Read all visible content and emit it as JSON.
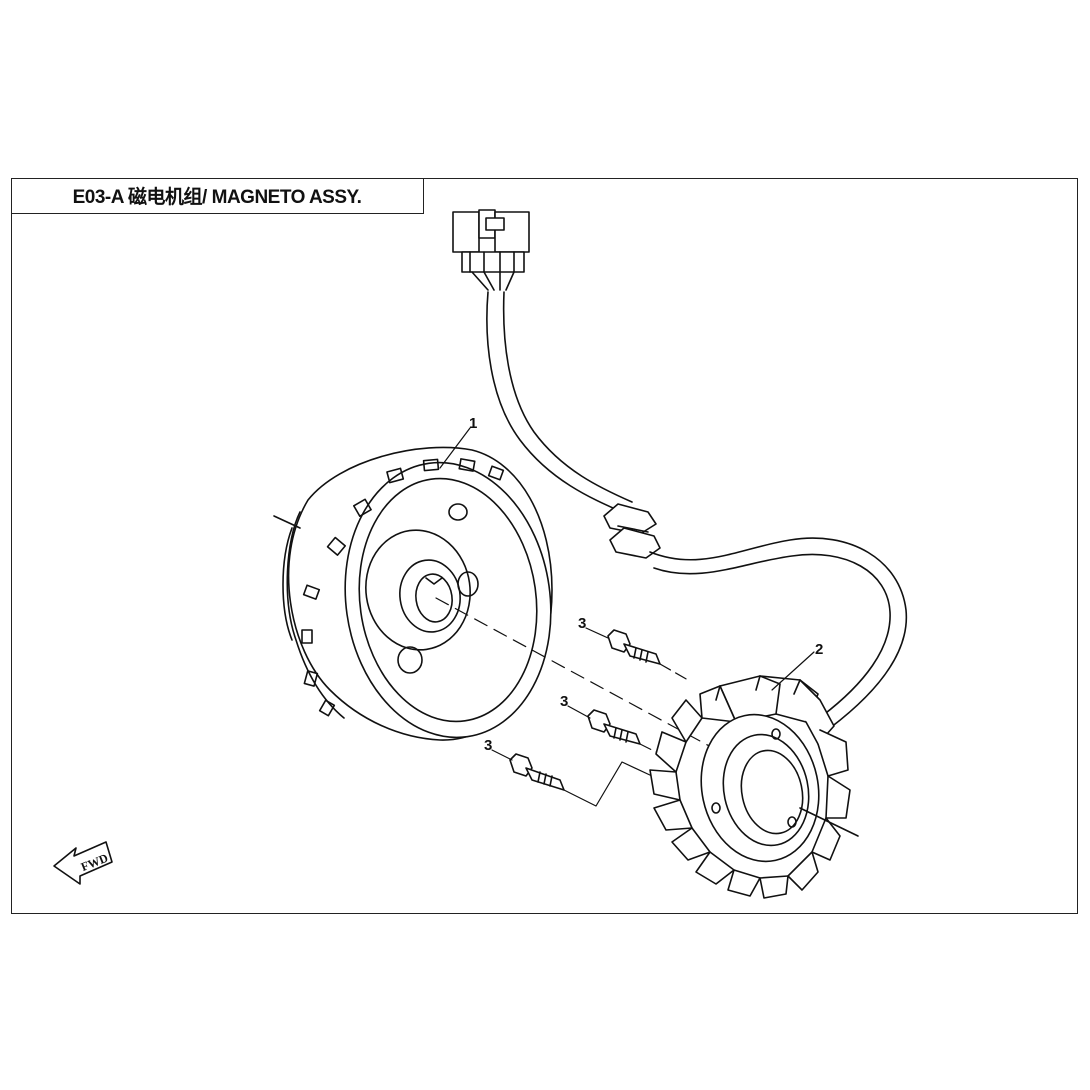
{
  "diagram": {
    "title": "E03-A 磁电机组/ MAGNETO ASSY.",
    "callouts": [
      {
        "id": "flywheel",
        "label": "1"
      },
      {
        "id": "stator",
        "label": "2"
      },
      {
        "id": "bolt-a",
        "label": "3"
      },
      {
        "id": "bolt-b",
        "label": "3"
      },
      {
        "id": "bolt-c",
        "label": "3"
      }
    ],
    "fwd_label": "FWD"
  }
}
